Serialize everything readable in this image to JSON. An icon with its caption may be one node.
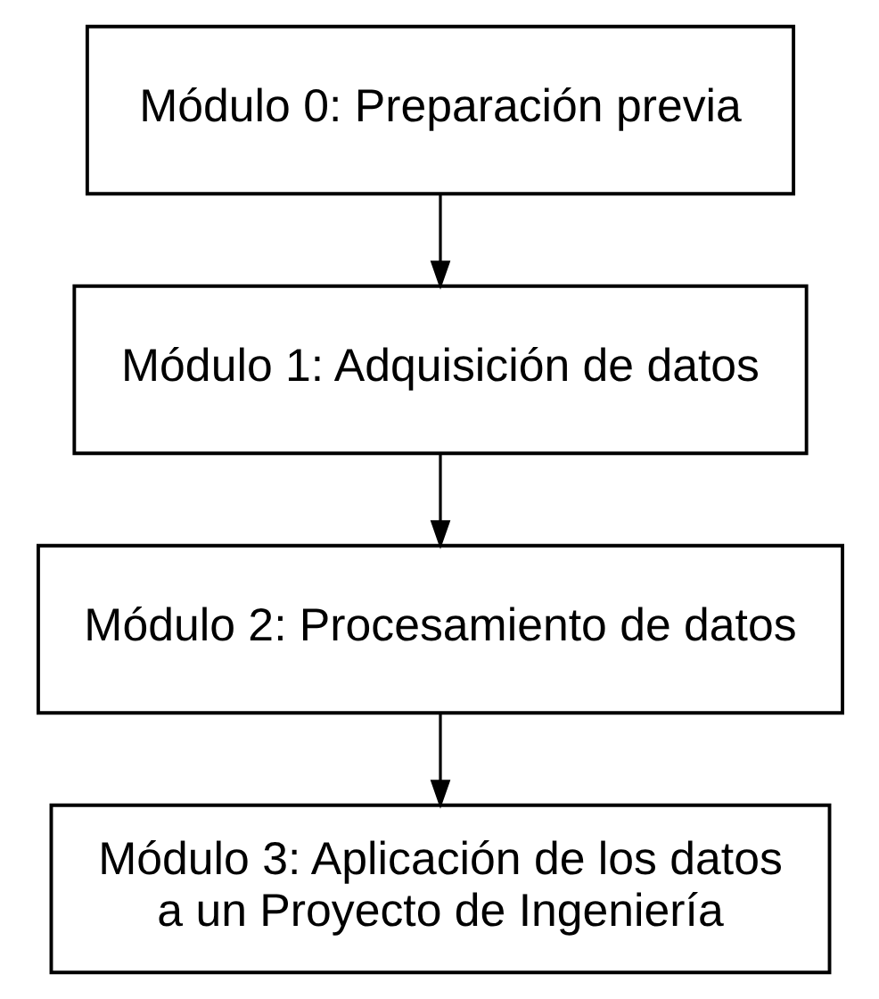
{
  "diagram": {
    "nodes": [
      {
        "text": [
          "Módulo 0: Preparación previa"
        ]
      },
      {
        "text": [
          "Módulo 1: Adquisición de datos"
        ]
      },
      {
        "text": [
          "Módulo 2: Procesamiento de datos"
        ]
      },
      {
        "text": [
          "Módulo 3: Aplicación de los datos a un Proyecto de Ingeniería"
        ]
      }
    ],
    "edges": [
      {
        "from": 0,
        "to": 1,
        "arrow": "to"
      },
      {
        "from": 1,
        "to": 2,
        "arrow": "to"
      },
      {
        "from": 2,
        "to": 3,
        "arrow": "to"
      }
    ]
  }
}
